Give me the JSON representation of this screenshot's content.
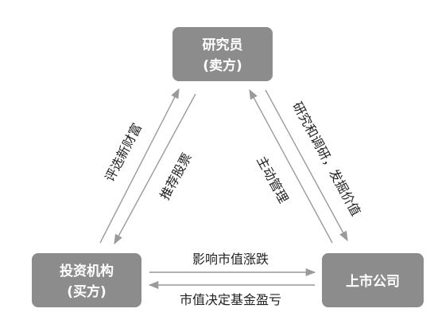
{
  "nodes": {
    "researcher": {
      "line1": "研究员",
      "line2": "(卖方)"
    },
    "investor": {
      "line1": "投资机构",
      "line2": "(买方)"
    },
    "company": {
      "line1": "上市公司",
      "line2": ""
    }
  },
  "edges": {
    "investor_to_researcher": "评选新财富",
    "researcher_to_investor": "推荐股票",
    "company_to_researcher": "主动管理",
    "researcher_to_company": "研究和调研，发掘价值",
    "investor_to_company": "影响市值涨跌",
    "company_to_investor": "市值决定基金盈亏"
  },
  "colors": {
    "node_fill": "#8c8c8c",
    "node_text": "#ffffff",
    "arrow": "#9a9a9a",
    "label_text": "#222222",
    "background": "#ffffff"
  }
}
